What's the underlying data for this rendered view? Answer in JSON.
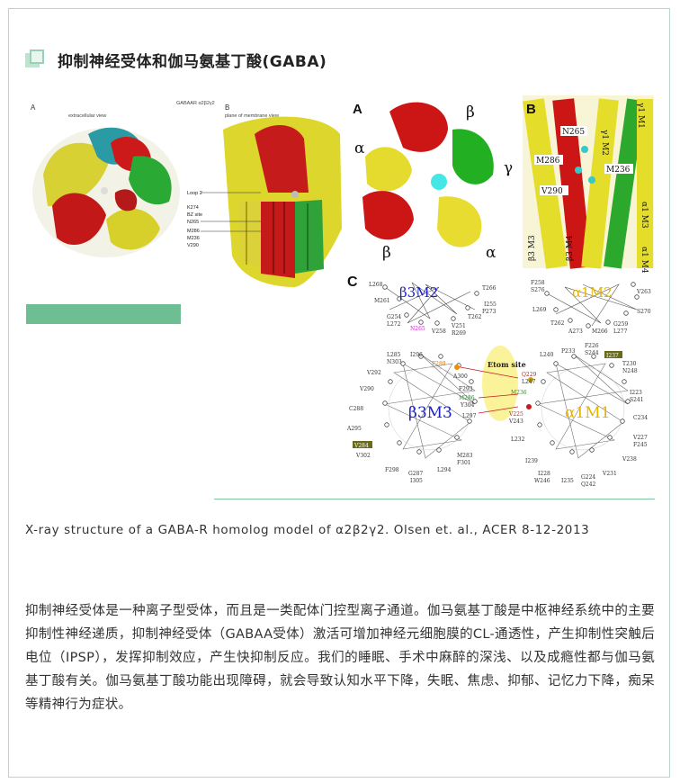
{
  "header": {
    "title": "抑制神经受体和伽马氨基丁酸(GABA)"
  },
  "figure": {
    "left_panel": {
      "label_a": "A",
      "label_b": "B",
      "view_a": "extracellular view",
      "view_b": "plane of membrane view",
      "subtitle": "GABAAR α2β2γ2",
      "side_labels": [
        "Loop 2",
        "K274",
        "BZ site",
        "N265",
        "M286",
        "M236",
        "V290"
      ]
    },
    "panel_A": {
      "label": "A",
      "subunits": [
        "β",
        "α",
        "γ",
        "β",
        "α"
      ]
    },
    "panel_B": {
      "label": "B",
      "residues": [
        "N265",
        "M286",
        "M236",
        "V290"
      ],
      "helix_labels": [
        "β3 M3",
        "β3 M4",
        "γ1 M2",
        "γ1 M1",
        "α1 M3",
        "α1 M4"
      ]
    },
    "panel_C": {
      "label": "C",
      "b3m2": "β3M2",
      "a1m2": "α1M2",
      "b3m3": "β3M3",
      "a1m1": "α1M1",
      "site_label": "Etom site",
      "b3m2_residues": [
        "L268",
        "M261",
        "G254",
        "L272",
        "N265",
        "V258",
        "V251",
        "R269",
        "T262",
        "P273",
        "I255",
        "T266"
      ],
      "a1m2_residues": [
        "F258",
        "S276",
        "L269",
        "T262",
        "A273",
        "M266",
        "G259",
        "L277",
        "S270",
        "V263"
      ],
      "b3m3_residues": [
        "L285",
        "N303",
        "I296",
        "F289",
        "A300",
        "V292",
        "F293",
        "V290",
        "M286",
        "Y304",
        "C288",
        "L297",
        "A295",
        "V284",
        "V302",
        "F298",
        "G287",
        "L294",
        "M283",
        "F301",
        "I305"
      ],
      "a1m1_residues": [
        "L240",
        "P233",
        "F226",
        "S244",
        "I237",
        "T230",
        "N248",
        "Q229",
        "L247",
        "M236",
        "V225",
        "V243",
        "I223",
        "S241",
        "C234",
        "L232",
        "V227",
        "F245",
        "I239",
        "V238",
        "I228",
        "W246",
        "I235",
        "G224",
        "Q242",
        "V231"
      ]
    }
  },
  "caption": "X-ray structure of a GABA-R homolog model of α2β2γ2. Olsen et. al., ACER 8-12-2013",
  "body": "抑制神经受体是一种离子型受体，而且是一类配体门控型离子通道。伽马氨基丁酸是中枢神经系统中的主要抑制性神经递质，抑制神经受体（GABAA受体）激活可增加神经元细胞膜的CL-通透性，产生抑制性突触后电位（IPSP），发挥抑制效应，产生快抑制反应。我们的睡眠、手术中麻醉的深浅、以及成瘾性都与伽马氨基丁酸有关。伽马氨基丁酸功能出现障碍，就会导致认知水平下降，失眠、焦虑、抑郁、记忆力下降，痴呆等精神行为症状。",
  "colors": {
    "accent": "#6ebe93",
    "border": "#b9d7c8"
  }
}
